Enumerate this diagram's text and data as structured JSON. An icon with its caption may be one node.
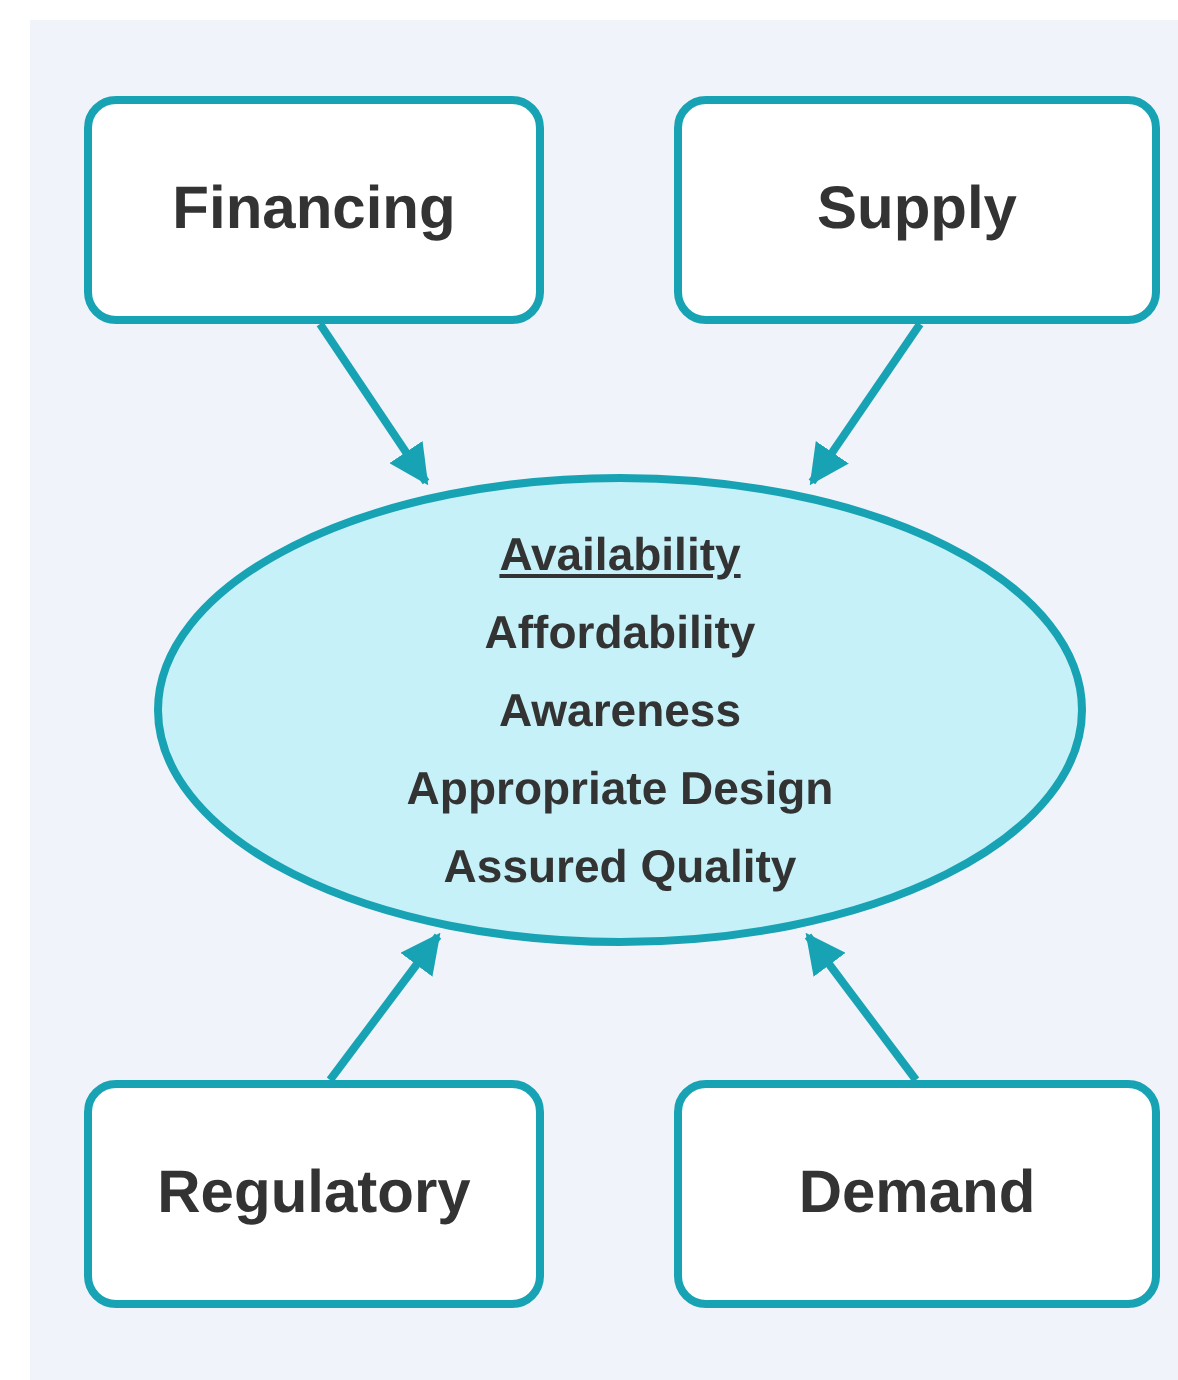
{
  "diagram": {
    "nodes": [
      {
        "text": [
          "Financing"
        ]
      },
      {
        "text": [
          "Supply"
        ]
      },
      {
        "text": [
          "Availability",
          "Affordability",
          "Awareness",
          "Appropriate Design",
          "Assured Quality"
        ]
      },
      {
        "text": [
          "Regulatory"
        ]
      },
      {
        "text": [
          "Demand"
        ]
      }
    ],
    "edges": [
      {
        "from": 0,
        "to": 2,
        "arrow": "to"
      },
      {
        "from": 1,
        "to": 2,
        "arrow": "to"
      },
      {
        "from": 3,
        "to": 2,
        "arrow": "to"
      },
      {
        "from": 4,
        "to": 2,
        "arrow": "to"
      }
    ]
  }
}
